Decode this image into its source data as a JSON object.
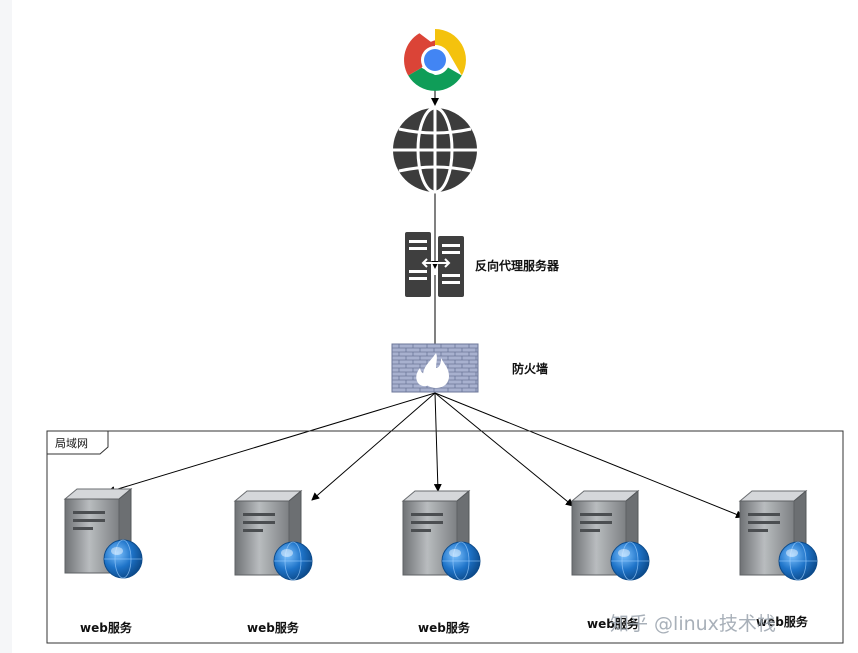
{
  "labels": {
    "proxy": "反向代理服务器",
    "firewall": "防火墙",
    "lan": "局域网",
    "watermark": "知乎 @linux技术栈"
  },
  "servers": [
    {
      "label": "web服务"
    },
    {
      "label": "web服务"
    },
    {
      "label": "web服务"
    },
    {
      "label": "web服务"
    },
    {
      "label": "web服务"
    }
  ],
  "icons": {
    "browser": "chrome-icon",
    "internet": "globe-icon",
    "proxy": "reverse-proxy-server-icon",
    "firewall": "firewall-icon",
    "server": "web-server-icon"
  },
  "colors": {
    "chrome_red": "#DB4437",
    "chrome_yellow": "#F4C20D",
    "chrome_green": "#0F9D58",
    "chrome_blue": "#4285F4",
    "globe": "#3c3c3c",
    "firewall": "#8f9bbf",
    "flame": "#ffffff",
    "server_body": "#8a8d90",
    "server_globe": "#1e73c8"
  }
}
